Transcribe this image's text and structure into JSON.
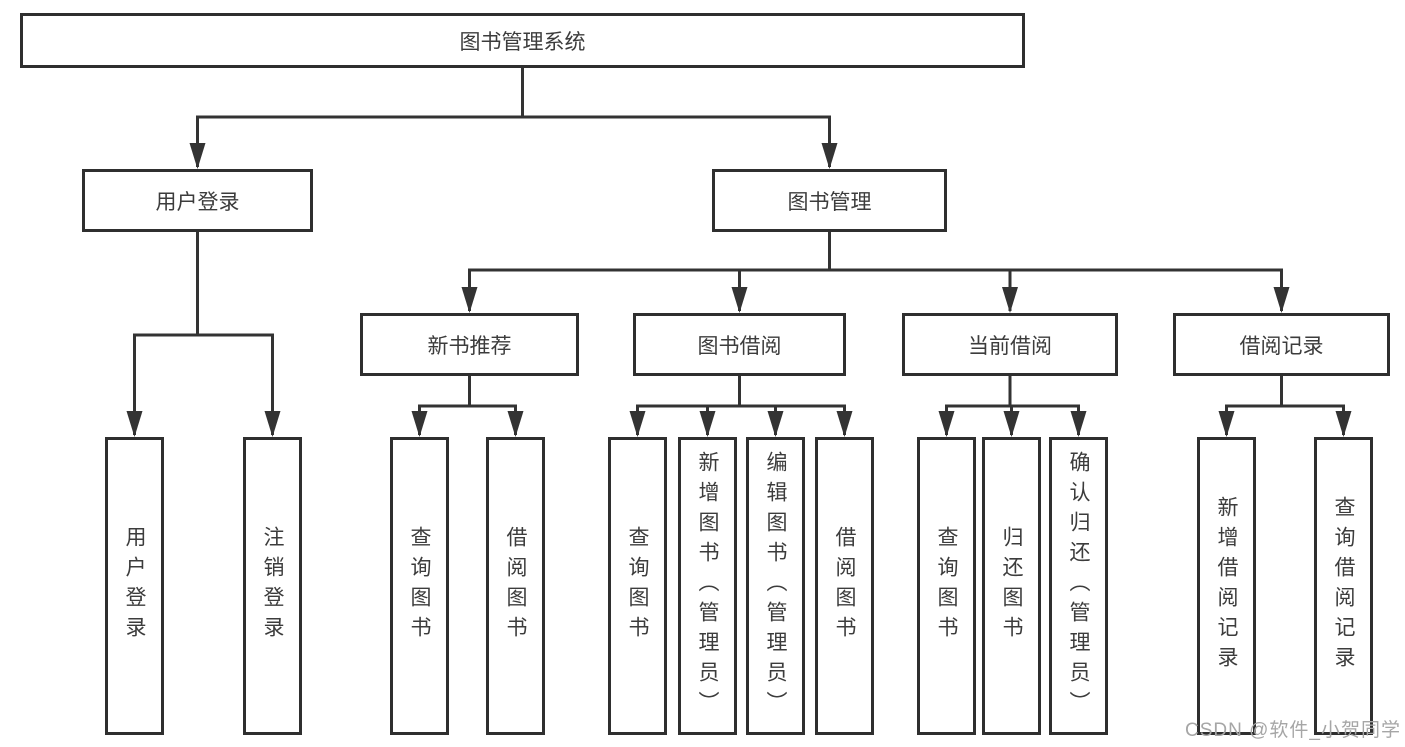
{
  "diagram": {
    "root": {
      "label": "图书管理系统",
      "children": [
        {
          "label": "用户登录",
          "children": [
            {
              "label": "用户登录"
            },
            {
              "label": "注销登录"
            }
          ]
        },
        {
          "label": "图书管理",
          "children": [
            {
              "label": "新书推荐",
              "children": [
                {
                  "label": "查询图书"
                },
                {
                  "label": "借阅图书"
                }
              ]
            },
            {
              "label": "图书借阅",
              "children": [
                {
                  "label": "查询图书"
                },
                {
                  "label": "新增图书（管理员）"
                },
                {
                  "label": "编辑图书（管理员）"
                },
                {
                  "label": "借阅图书"
                }
              ]
            },
            {
              "label": "当前借阅",
              "children": [
                {
                  "label": "查询图书"
                },
                {
                  "label": "归还图书"
                },
                {
                  "label": "确认归还（管理员）"
                }
              ]
            },
            {
              "label": "借阅记录",
              "children": [
                {
                  "label": "新增借阅记录"
                },
                {
                  "label": "查询借阅记录"
                }
              ]
            }
          ]
        }
      ]
    }
  },
  "watermark": {
    "text": "CSDN @软件_小贺同学"
  },
  "colors": {
    "line": "#333333",
    "box_border": "#2f2f2f",
    "box_fill": "#ffffff",
    "text": "#3c3c3c",
    "watermark": "#a6a6a6"
  }
}
